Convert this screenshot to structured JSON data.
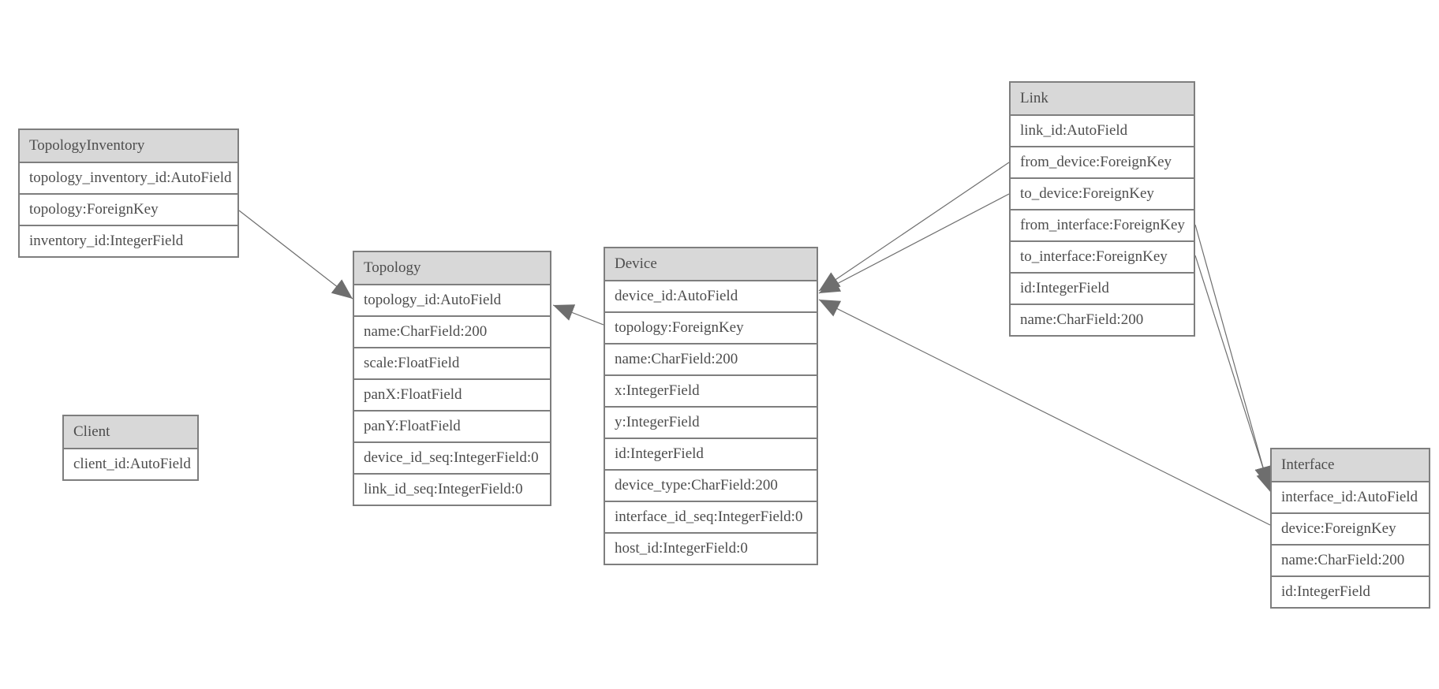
{
  "diagram": {
    "kind": "database-model-diagram",
    "background": "#ffffff"
  },
  "colors": {
    "header_fill": "#d8d8d8",
    "border": "#7e7e7e",
    "text": "#4d4d4d",
    "line": "#6e6e6e",
    "arrowhead": "#6e6e6e"
  },
  "entities": [
    {
      "name": "TopologyInventory",
      "fields": [
        "topology_inventory_id:AutoField",
        "topology:ForeignKey",
        "inventory_id:IntegerField"
      ]
    },
    {
      "name": "Topology",
      "fields": [
        "topology_id:AutoField",
        "name:CharField:200",
        "scale:FloatField",
        "panX:FloatField",
        "panY:FloatField",
        "device_id_seq:IntegerField:0",
        "link_id_seq:IntegerField:0"
      ]
    },
    {
      "name": "Client",
      "fields": [
        "client_id:AutoField"
      ]
    },
    {
      "name": "Device",
      "fields": [
        "device_id:AutoField",
        "topology:ForeignKey",
        "name:CharField:200",
        "x:IntegerField",
        "y:IntegerField",
        "id:IntegerField",
        "device_type:CharField:200",
        "interface_id_seq:IntegerField:0",
        "host_id:IntegerField:0"
      ]
    },
    {
      "name": "Link",
      "fields": [
        "link_id:AutoField",
        "from_device:ForeignKey",
        "to_device:ForeignKey",
        "from_interface:ForeignKey",
        "to_interface:ForeignKey",
        "id:IntegerField",
        "name:CharField:200"
      ]
    },
    {
      "name": "Interface",
      "fields": [
        "interface_id:AutoField",
        "device:ForeignKey",
        "name:CharField:200",
        "id:IntegerField"
      ]
    }
  ],
  "relationships": [
    {
      "from": "TopologyInventory.topology",
      "to": "Topology.topology_id"
    },
    {
      "from": "Device.topology",
      "to": "Topology.topology_id"
    },
    {
      "from": "Link.from_device",
      "to": "Device.device_id"
    },
    {
      "from": "Link.to_device",
      "to": "Device.device_id"
    },
    {
      "from": "Interface.device",
      "to": "Device.device_id"
    },
    {
      "from": "Link.from_interface",
      "to": "Interface.interface_id"
    },
    {
      "from": "Link.to_interface",
      "to": "Interface.interface_id"
    }
  ]
}
